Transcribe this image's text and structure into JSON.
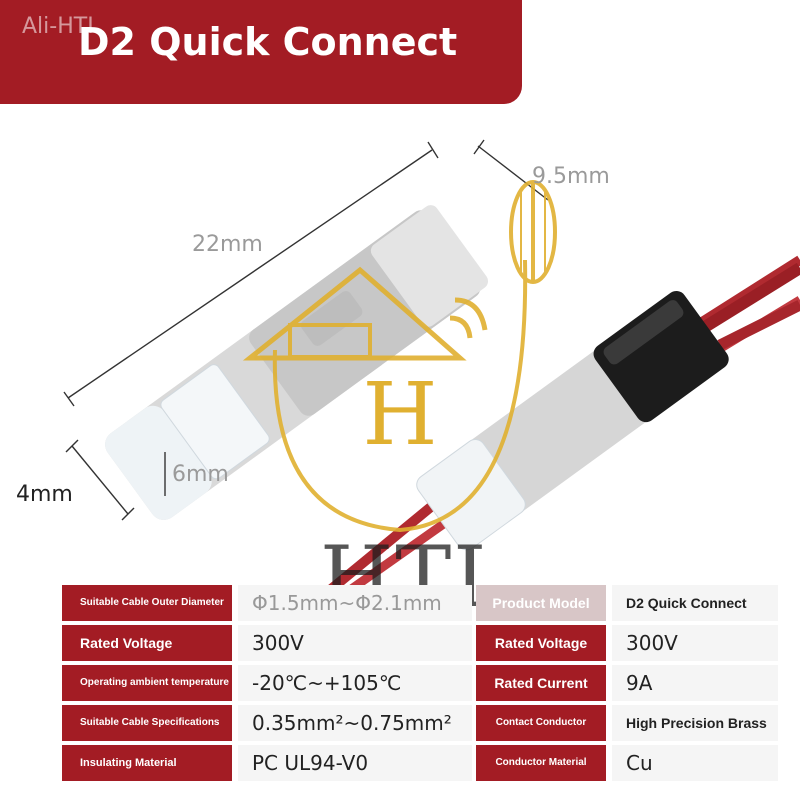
{
  "banner": {
    "watermark": "Ali-HTI",
    "title": "D2 Quick Connect"
  },
  "dimensions": {
    "length": "22mm",
    "width": "9.5mm",
    "height": "6mm",
    "depth": "4mm"
  },
  "watermark": {
    "letter": "H",
    "text": "HTI"
  },
  "spec_table": {
    "rows": [
      {
        "left_label": "Suitable Cable Outer Diameter",
        "left_value": "Φ1.5mm~Φ2.1mm",
        "right_label": "Product Model",
        "right_value": "D2 Quick Connect"
      },
      {
        "left_label": "Rated Voltage",
        "left_value": "300V",
        "right_label": "Rated Voltage",
        "right_value": "300V"
      },
      {
        "left_label": "Operating ambient temperature",
        "left_value": "-20℃~+105℃",
        "right_label": "Rated Current",
        "right_value": "9A"
      },
      {
        "left_label": "Suitable Cable Specifications",
        "left_value": "0.35mm²~0.75mm²",
        "right_label": "Contact Conductor",
        "right_value": "High Precision Brass"
      },
      {
        "left_label": "Insulating Material",
        "left_value": "PC UL94-V0",
        "right_label": "Conductor Material",
        "right_value": "Cu"
      }
    ]
  },
  "colors": {
    "accent": "#a31c24",
    "watermark_gold": "#e0b030"
  }
}
